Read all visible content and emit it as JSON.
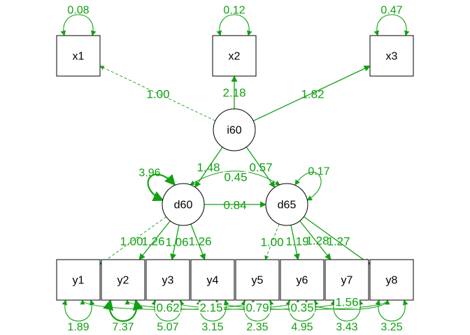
{
  "colors": {
    "path": "#11a011",
    "node_stroke": "#000000",
    "background": "#ffffff"
  },
  "observed": [
    {
      "id": "x1",
      "label": "x1"
    },
    {
      "id": "x2",
      "label": "x2"
    },
    {
      "id": "x3",
      "label": "x3"
    },
    {
      "id": "y1",
      "label": "y1"
    },
    {
      "id": "y2",
      "label": "y2"
    },
    {
      "id": "y3",
      "label": "y3"
    },
    {
      "id": "y4",
      "label": "y4"
    },
    {
      "id": "y5",
      "label": "y5"
    },
    {
      "id": "y6",
      "label": "y6"
    },
    {
      "id": "y7",
      "label": "y7"
    },
    {
      "id": "y8",
      "label": "y8"
    }
  ],
  "latent": [
    {
      "id": "i60",
      "label": "i60"
    },
    {
      "id": "d60",
      "label": "d60"
    },
    {
      "id": "d65",
      "label": "d65"
    }
  ],
  "paths": [
    {
      "from": "i60",
      "to": "x1",
      "label": "1.00",
      "style": "dashed"
    },
    {
      "from": "i60",
      "to": "x2",
      "label": "2.18",
      "style": "solid"
    },
    {
      "from": "i60",
      "to": "x3",
      "label": "1.82",
      "style": "solid"
    },
    {
      "from": "i60",
      "to": "d60",
      "label": "1.48",
      "style": "solid"
    },
    {
      "from": "i60",
      "to": "d65",
      "label": "0.57",
      "style": "solid"
    },
    {
      "from": "d60",
      "to": "d65",
      "label": "0.84",
      "style": "solid"
    },
    {
      "from": "d60",
      "to": "y1",
      "label": "1.00",
      "style": "dashed"
    },
    {
      "from": "d60",
      "to": "y2",
      "label": "1.26",
      "style": "solid"
    },
    {
      "from": "d60",
      "to": "y3",
      "label": "1.06",
      "style": "solid"
    },
    {
      "from": "d60",
      "to": "y4",
      "label": "1.26",
      "style": "solid"
    },
    {
      "from": "d65",
      "to": "y5",
      "label": "1.00",
      "style": "dashed"
    },
    {
      "from": "d65",
      "to": "y6",
      "label": "1.19",
      "style": "solid"
    },
    {
      "from": "d65",
      "to": "y7",
      "label": "1.28",
      "style": "solid"
    },
    {
      "from": "d65",
      "to": "y8",
      "label": "1.27",
      "style": "solid"
    }
  ],
  "covariances": [
    {
      "between": [
        "d60",
        "d65"
      ],
      "label": "0.45"
    },
    {
      "between": [
        "y1",
        "y5"
      ],
      "label": "0.62"
    },
    {
      "between": [
        "y2",
        "y6"
      ],
      "label": "2.15"
    },
    {
      "between": [
        "y3",
        "y7"
      ],
      "label": "0.79"
    },
    {
      "between": [
        "y4",
        "y8"
      ],
      "label": "0.35"
    },
    {
      "between": [
        "y6",
        "y8"
      ],
      "label": "1.56"
    }
  ],
  "variances": [
    {
      "node": "x1",
      "label": "0.08"
    },
    {
      "node": "x2",
      "label": "0.12"
    },
    {
      "node": "x3",
      "label": "0.47"
    },
    {
      "node": "d60",
      "label": "3.96"
    },
    {
      "node": "d65",
      "label": "0.17"
    },
    {
      "node": "y1",
      "label": "1.89"
    },
    {
      "node": "y2",
      "label": "7.37"
    },
    {
      "node": "y3",
      "label": "5.07"
    },
    {
      "node": "y4",
      "label": "3.15"
    },
    {
      "node": "y5",
      "label": "2.35"
    },
    {
      "node": "y6",
      "label": "4.95"
    },
    {
      "node": "y7",
      "label": "3.43"
    },
    {
      "node": "y8",
      "label": "3.25"
    }
  ]
}
